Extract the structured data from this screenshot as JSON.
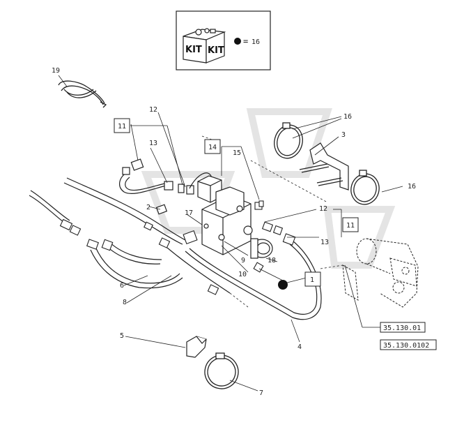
{
  "kit_legend": {
    "kit_label_left": "KIT",
    "kit_label_right": "KIT",
    "equals": "=",
    "kit_ref": "16"
  },
  "callouts": {
    "c1": "1",
    "c2": "2",
    "c3": "3",
    "c4": "4",
    "c5": "5",
    "c6": "6",
    "c7": "7",
    "c8": "8",
    "c9": "9",
    "c10": "10",
    "c11a": "11",
    "c11b": "11",
    "c12a": "12",
    "c12b": "12",
    "c13a": "13",
    "c13b": "13",
    "c14": "14",
    "c15": "15",
    "c16a": "16",
    "c16b": "16",
    "c17": "17",
    "c18": "18",
    "c19": "19"
  },
  "references": {
    "ref1": "35.130.01",
    "ref2": "35.130.0102"
  },
  "colors": {
    "line": "#222222",
    "fill": "#ffffff",
    "watermark": "#e6e6e6"
  }
}
